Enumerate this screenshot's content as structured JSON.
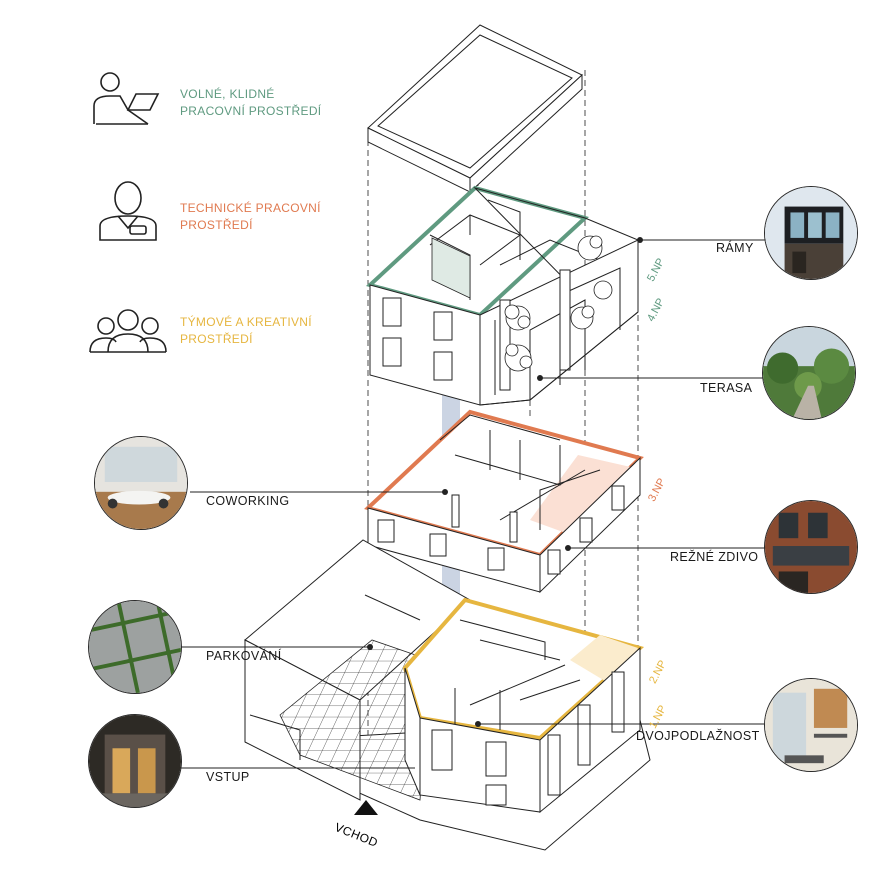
{
  "legend": [
    {
      "icon": "person-at-laptop-icon",
      "line1": "VOLNÉ, KLIDNÉ",
      "line2": "PRACOVNÍ PROSTŘEDÍ",
      "color": "#5f9a80"
    },
    {
      "icon": "person-with-badge-icon",
      "line1": "TECHNICKÉ PRACOVNÍ",
      "line2": "PROSTŘEDÍ",
      "color": "#e07a50"
    },
    {
      "icon": "group-of-people-icon",
      "line1": "TÝMOVÉ A KREATIVNÍ",
      "line2": "PROSTŘEDÍ",
      "color": "#e6b640"
    }
  ],
  "floors": {
    "np5": "5.NP",
    "np4": "4.NP",
    "np3": "3.NP",
    "np2": "2.NP",
    "np1": "1.NP"
  },
  "callouts": {
    "ramy": "RÁMY",
    "terasa": "TERASA",
    "coworking": "COWORKING",
    "rezne_zdivo": "REŽNÉ ZDIVO",
    "parkovani": "PARKOVÁNÍ",
    "dvojpodlaznost": "DVOJPODLAŽNOST",
    "vstup": "VSTUP"
  },
  "entrance": "VCHOD",
  "colors": {
    "green": "#5f9a80",
    "orange": "#e07a50",
    "yellow": "#e6b640",
    "line": "#1a1a1a",
    "shaft": "#c5cfe0"
  }
}
